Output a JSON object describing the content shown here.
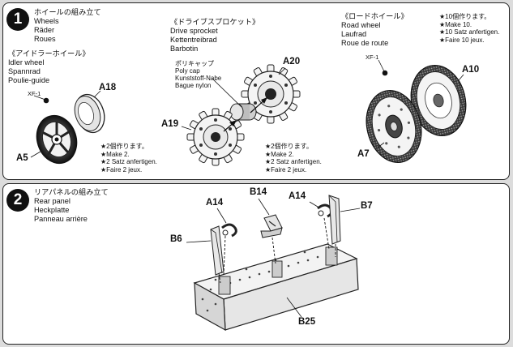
{
  "step1": {
    "number": "1",
    "heading": {
      "jp": "ホイールの組み立て",
      "en": "Wheels",
      "de": "Räder",
      "fr": "Roues"
    },
    "idler": {
      "jp": "《アイドラーホイール》",
      "en": "Idler wheel",
      "de": "Spannrad",
      "fr": "Poulie-guide",
      "paint": "XF-1",
      "part_a": "A18",
      "part_b": "A5"
    },
    "sprocket": {
      "jp": "《ドライブスプロケット》",
      "en": "Drive sprocket",
      "de": "Kettentreibrad",
      "fr": "Barbotin",
      "polycap": {
        "jp": "ポリキャップ",
        "en": "Poly cap",
        "de": "Kunststoff-Nabe",
        "fr": "Bague nylon"
      },
      "part_a": "A20",
      "part_b": "A19",
      "note": [
        "★2個作ります。",
        "★Make 2.",
        "★2 Satz anfertigen.",
        "★Faire 2 jeux."
      ]
    },
    "road": {
      "jp": "《ロードホイール》",
      "en": "Road wheel",
      "de": "Laufrad",
      "fr": "Roue de route",
      "paint": "XF-1",
      "part_a": "A10",
      "part_b": "A7",
      "note": [
        "★10個作ります。",
        "★Make 10.",
        "★10 Satz anfertigen.",
        "★Faire 10 jeux."
      ]
    },
    "idler_note": [
      "★2個作ります。",
      "★Make 2.",
      "★2 Satz anfertigen.",
      "★Faire 2 jeux."
    ]
  },
  "step2": {
    "number": "2",
    "heading": {
      "jp": "リアパネルの組み立て",
      "en": "Rear panel",
      "de": "Heckplatte",
      "fr": "Panneau arrière"
    },
    "parts": {
      "a14_left": "A14",
      "b14": "B14",
      "a14_right": "A14",
      "b7": "B7",
      "b6": "B6",
      "b25": "B25"
    }
  }
}
